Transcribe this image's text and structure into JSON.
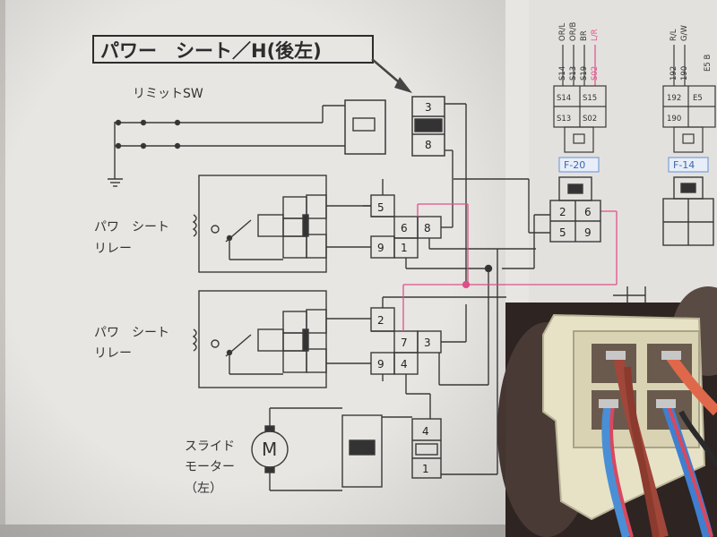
{
  "diagram": {
    "title": "パワー　シート／H(後左)",
    "labels": {
      "limit_sw": "リミットSW",
      "relay1_line1": "パワ　シート",
      "relay1_line2": "リレー",
      "relay2_line1": "パワ　シート",
      "relay2_line2": "リレー",
      "motor_line1": "スライド",
      "motor_line2": "モーター",
      "motor_line3": "（左）",
      "motor_symbol": "M"
    },
    "connector_top": {
      "pin_top": "3",
      "pin_bottom": "8"
    },
    "connector_mid1": {
      "p5": "5",
      "p6": "6",
      "p8": "8",
      "p9": "9",
      "p1": "1"
    },
    "connector_mid2": {
      "p2": "2",
      "p7": "7",
      "p3": "3",
      "p9": "9",
      "p4": "4"
    },
    "connector_motor": {
      "pin_top": "4",
      "pin_bottom": "1"
    },
    "connector_right": {
      "p2": "2",
      "p6": "6",
      "p5": "5",
      "p9": "9"
    },
    "f20": {
      "wires": [
        "OR/L",
        "OR/B",
        "BR",
        "L/R"
      ],
      "circuits": [
        "S14",
        "S13",
        "S19",
        "S02"
      ],
      "cells": [
        "S14",
        "S15",
        "S13",
        "S02"
      ],
      "label": "F-20"
    },
    "f14": {
      "wires": [
        "R/L",
        "G/W"
      ],
      "circuits": [
        "192",
        "190"
      ],
      "cells": [
        "192",
        "E5",
        "190",
        ""
      ],
      "label": "F-14",
      "edge_text": "E5 B"
    },
    "colors": {
      "paper": "#e9e7e4",
      "ink": "#3a3a3a",
      "pink_wire": "#e0508a",
      "blue_tag_border": "#7aa0d8",
      "blue_tag_text": "#3b66b0"
    }
  }
}
